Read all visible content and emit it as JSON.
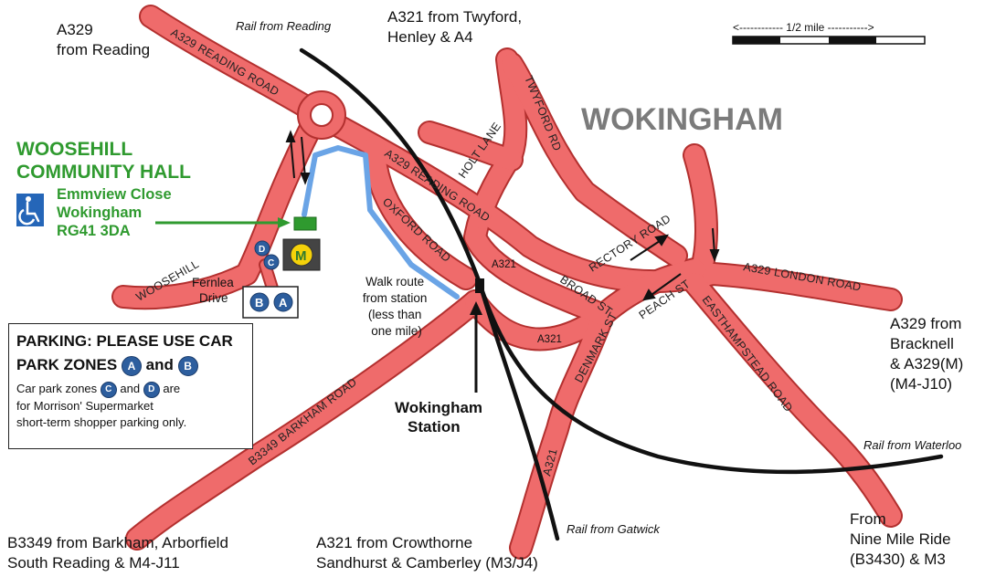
{
  "map": {
    "town": "WOKINGHAM",
    "scale_label": "<------------ 1/2 mile ----------->",
    "venue": {
      "line1": "WOOSEHILL",
      "line2": "COMMUNITY HALL",
      "address1": "Emmview Close",
      "address2": "Wokingham",
      "postcode": "RG41 3DA"
    },
    "supermarket_logo": "M",
    "access_icon": "wheelchair-icon",
    "roads": {
      "reading_road_nw": "A329 READING ROAD",
      "reading_road_c": "A329 READING ROAD",
      "holt_lane": "HOLT LANE",
      "twyford_rd": "TWYFORD RD",
      "oxford_road": "OXFORD ROAD",
      "woosehill": "WOOSEHILL",
      "rectory_road": "RECTORY ROAD",
      "broad_st": "BROAD ST",
      "peach_st": "PEACH ST",
      "denmark_st": "DENMARK ST",
      "london_road": "A329 LONDON ROAD",
      "easthampstead_road": "EASTHAMPSTEAD ROAD",
      "barkham_road": "B3349 BARKHAM ROAD",
      "a321_a": "A321",
      "a321_b": "A321",
      "a321_c": "A321"
    },
    "rail": {
      "reading": "Rail from Reading",
      "waterloo": "Rail from Waterloo",
      "gatwick": "Rail from Gatwick"
    },
    "external": {
      "a329_reading": [
        "A329",
        "from Reading"
      ],
      "a321_twyford": [
        "A321 from Twyford,",
        "Henley & A4"
      ],
      "a329_bracknell": [
        "A329 from",
        "Bracknell",
        "& A329(M)",
        "(M4-J10)"
      ],
      "nine_mile": [
        "From",
        "Nine Mile Ride",
        "(B3430) & M3"
      ],
      "b3349": [
        "B3349 from Barkham, Arborfield",
        "South Reading & M4-J11"
      ],
      "a321_crowthorne": [
        "A321 from Crowthorne",
        "Sandhurst & Camberley (M3/J4)"
      ]
    },
    "walk": [
      "Walk route",
      "from station",
      "(less than",
      "one mile)"
    ],
    "station": [
      "Wokingham",
      "Station"
    ],
    "fernlea": [
      "Fernlea",
      "Drive"
    ],
    "zones": {
      "a": "A",
      "b": "B",
      "c": "C",
      "d": "D"
    }
  },
  "parking": {
    "heading1": "PARKING: PLEASE USE CAR",
    "heading2_pre": "PARK ZONES",
    "heading2_and": "and",
    "zone_a": "A",
    "zone_b": "B",
    "note_pre": "Car park zones",
    "note_and": "and",
    "note_post": "are",
    "zone_c": "C",
    "zone_d": "D",
    "note_line2": "for Morrison' Supermarket",
    "note_line3": "short-term shopper parking only."
  },
  "colors": {
    "road_fill": "#ef6b6b",
    "road_edge": "#b3302f",
    "walk_route": "#6aa4e6",
    "venue_green": "#2f9a2f",
    "zone_blue": "#2d5e9e",
    "access_blue": "#2566b8",
    "supermarket_yellow": "#f5d20a"
  }
}
